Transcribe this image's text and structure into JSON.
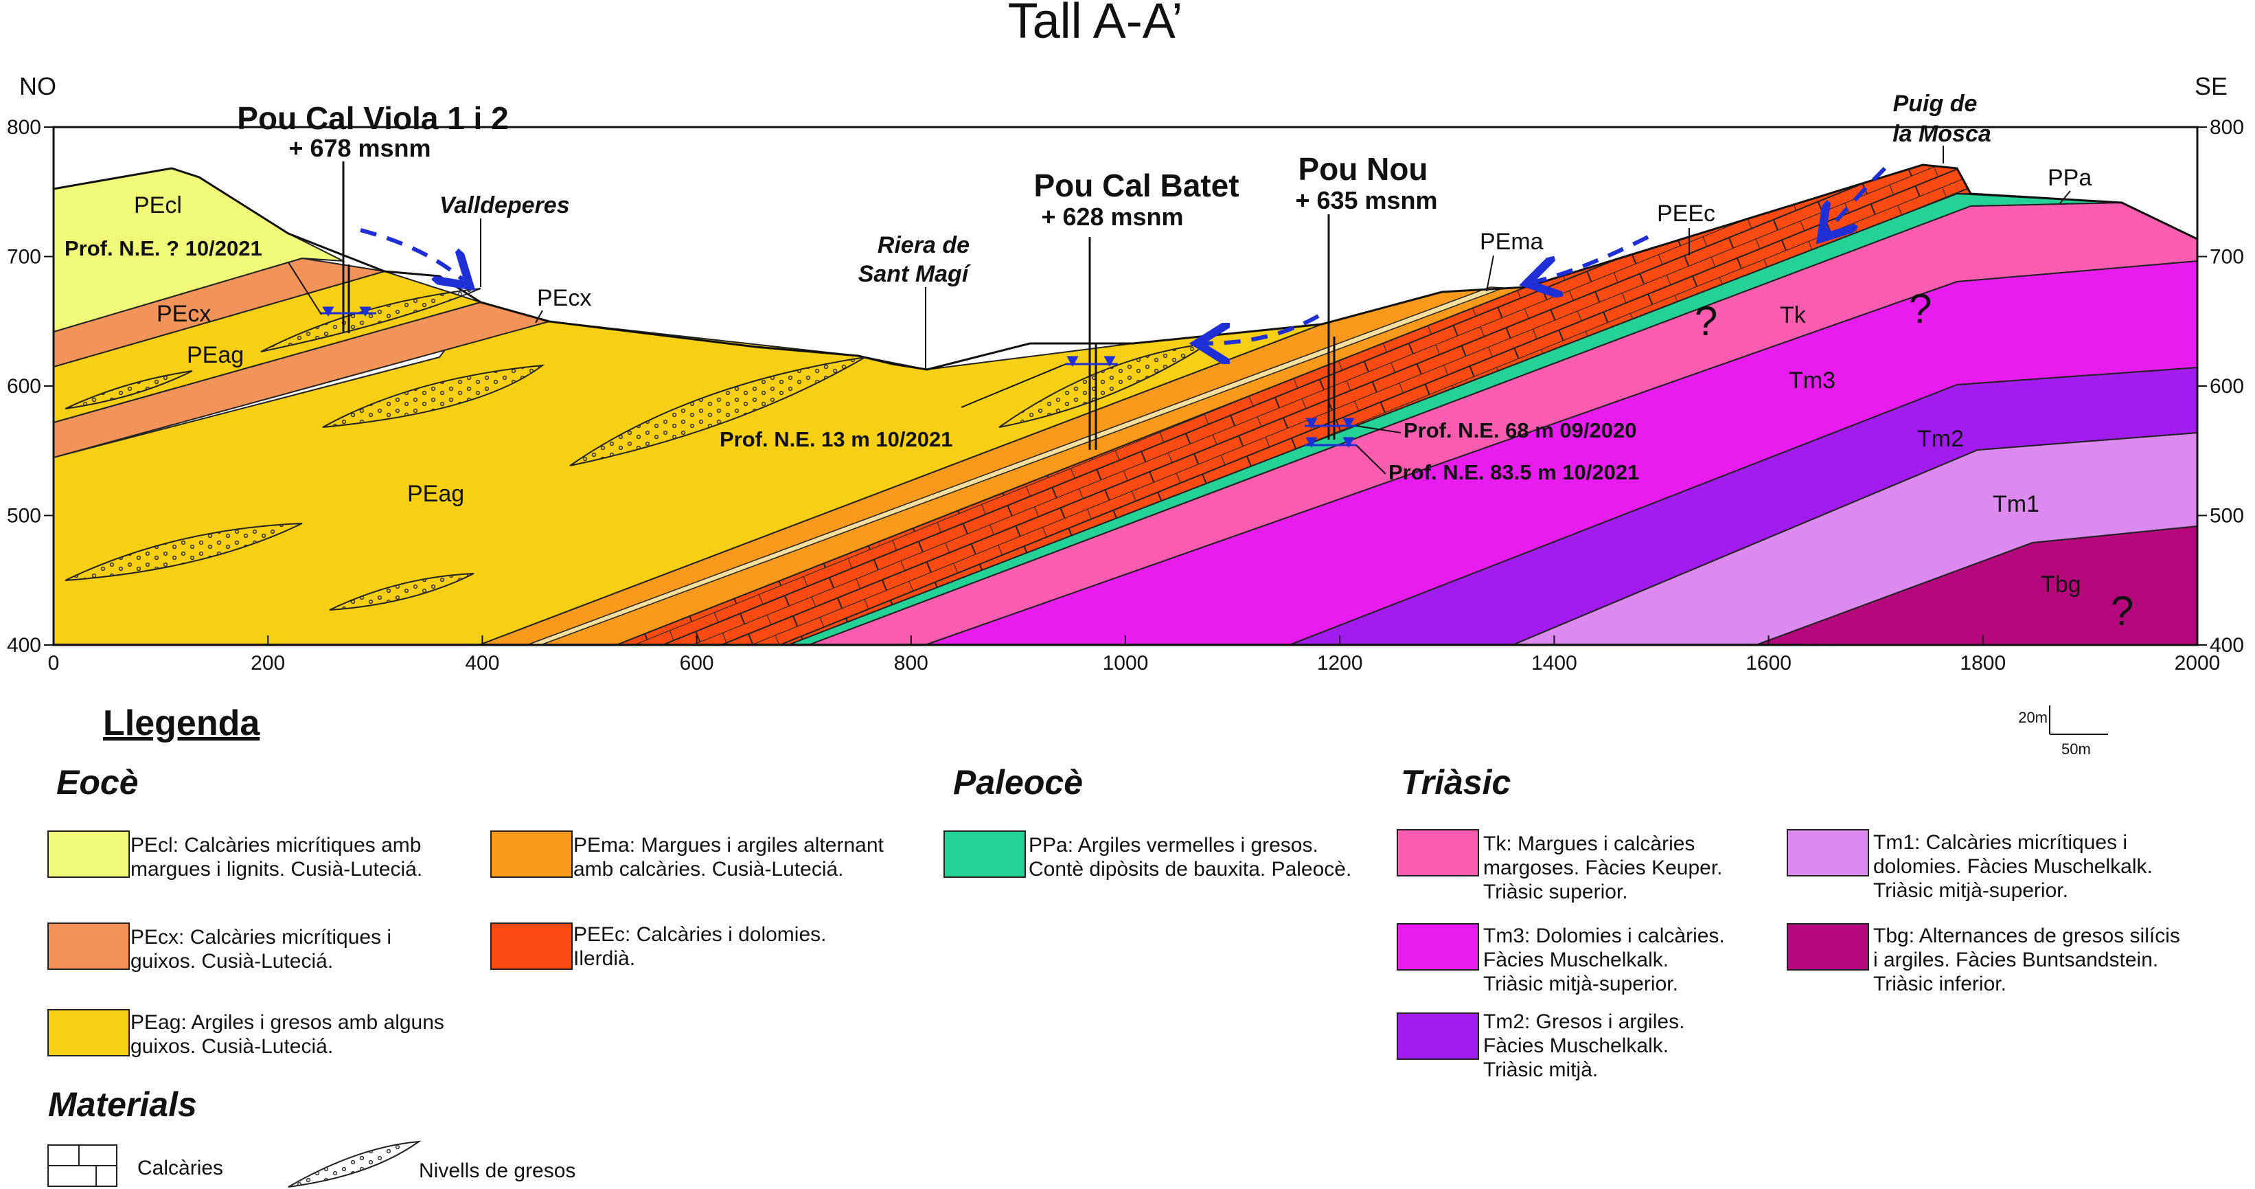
{
  "title": "Tall A-A’",
  "orientation": {
    "left": "NO",
    "right": "SE"
  },
  "axes": {
    "x_ticks": [
      "0",
      "200",
      "400",
      "600",
      "800",
      "1000",
      "1200",
      "1400",
      "1600",
      "1800",
      "2000"
    ],
    "y_ticks": [
      "400",
      "500",
      "600",
      "700",
      "800"
    ]
  },
  "wells": [
    {
      "name": "Pou Cal Viola 1 i 2",
      "elevation": "+ 678 msnm"
    },
    {
      "name": "Pou Cal Batet",
      "elevation": "+ 628 msnm"
    },
    {
      "name": "Pou Nou",
      "elevation": "+ 635 msnm"
    }
  ],
  "places": {
    "valldeperes": "Valldeperes",
    "riera_1": "Riera de",
    "riera_2": "Sant Magí",
    "puig_1": "Puig de",
    "puig_2": "la Mosca"
  },
  "unit_labels": {
    "pecl": "PEcl",
    "pecx_left": "PEcx",
    "pecx_right": "PEcx",
    "peag_upper": "PEag",
    "peag_main": "PEag",
    "pema": "PEma",
    "peec": "PEEc",
    "ppa": "PPa",
    "tk": "Tk",
    "tm3": "Tm3",
    "tm2": "Tm2",
    "tm1": "Tm1",
    "tbg": "Tbg"
  },
  "uncertainty_mark": "?",
  "water_notes": {
    "viola": "Prof. N.E. ? 10/2021",
    "batet": "Prof. N.E. 13 m 10/2021",
    "nou_2020": "Prof. N.E. 68 m 09/2020",
    "nou_2021": "Prof. N.E. 83.5 m 10/2021"
  },
  "scale_bar": {
    "vertical": "20m",
    "horizontal": "50m"
  },
  "legend": {
    "heading": "Llegenda",
    "eocene": {
      "title": "Eocè",
      "items": [
        {
          "code": "PEcl",
          "color": "#f0fa78",
          "lines": [
            "PEcl: Calcàries micrítiques amb",
            "margues i lignits. Cusià-Luteciá."
          ]
        },
        {
          "code": "PEcx",
          "color": "#f2945a",
          "lines": [
            "PEcx: Calcàries micrítiques i",
            "guixos. Cusià-Luteciá."
          ]
        },
        {
          "code": "PEag",
          "color": "#f7cf14",
          "lines": [
            "PEag: Argiles i gresos amb alguns",
            "guixos. Cusià-Luteciá."
          ]
        },
        {
          "code": "PEma",
          "color": "#f99a1c",
          "lines": [
            "PEma: Margues i argiles alternant",
            "amb calcàries. Cusià-Luteciá."
          ]
        },
        {
          "code": "PEEc",
          "color": "#fb4a12",
          "lines": [
            "PEEc: Calcàries i dolomies.",
            "Ilerdià."
          ]
        }
      ]
    },
    "paleocene": {
      "title": "Paleocè",
      "items": [
        {
          "code": "PPa",
          "color": "#24d296",
          "lines": [
            "PPa: Argiles vermelles i gresos.",
            "Contè dipòsits de bauxita. Paleocè."
          ]
        }
      ]
    },
    "triassic": {
      "title": "Triàsic",
      "items": [
        {
          "code": "Tk",
          "color": "#fa5cb0",
          "lines": [
            "Tk: Margues i calcàries",
            "margoses. Fàcies Keuper.",
            "Triàsic superior."
          ]
        },
        {
          "code": "Tm3",
          "color": "#e81cee",
          "lines": [
            "Tm3: Dolomies i calcàries.",
            "Fàcies Muschelkalk.",
            "Triàsic mitjà-superior."
          ]
        },
        {
          "code": "Tm2",
          "color": "#a21cf0",
          "lines": [
            "Tm2: Gresos i argiles.",
            "Fàcies Muschelkalk.",
            "Triàsic mitjà."
          ]
        },
        {
          "code": "Tm1",
          "color": "#dc8af0",
          "lines": [
            "Tm1: Calcàries micrítiques i",
            "dolomies. Fàcies Muschelkalk.",
            "Triàsic mitjà-superior."
          ]
        },
        {
          "code": "Tbg",
          "color": "#b4087c",
          "lines": [
            "Tbg: Alternances de gresos silícis",
            "i argiles. Fàcies Buntsandstein.",
            " Triàsic inferior."
          ]
        }
      ]
    },
    "materials": {
      "title": "Materials",
      "limestone": "Calcàries",
      "sandstone": "Nivells de gresos"
    }
  }
}
